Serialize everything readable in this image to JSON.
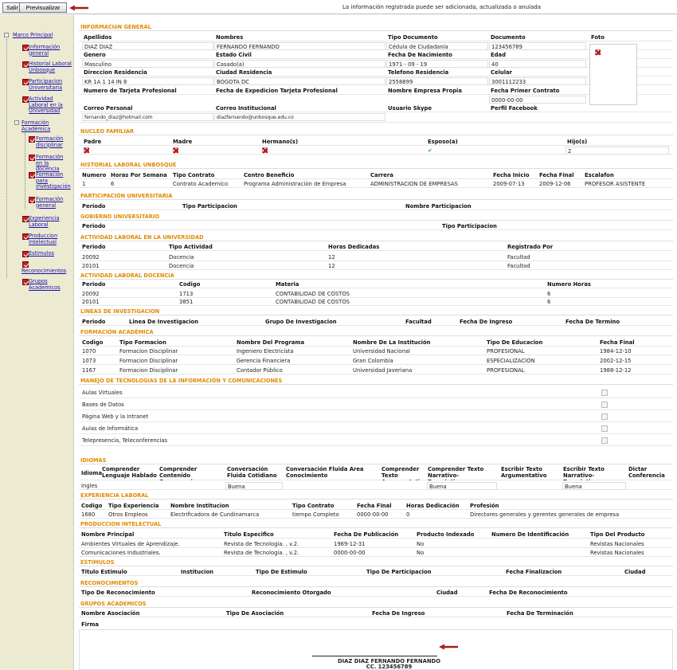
{
  "topbar": {
    "salir": "Salir",
    "previsualizar": "Previsualizar",
    "notice": "La información registrada puede ser adicionada, actualizada o anulada"
  },
  "sidebar": {
    "root": "Marco Principal",
    "items": [
      "Información general",
      "Historial Laboral Unbosque",
      "Participacion Universitaria",
      "Actividad Laboral en la Universidad",
      "Formación Académica",
      "Experiencia Laboral",
      "Produccion Intelectual",
      "Estimulos",
      "Reconocimientos",
      "Grupos Academicos"
    ],
    "sub": [
      "Formación disciplinar",
      "Formación en la docencia",
      "Formación para investigación",
      "Formación general"
    ]
  },
  "info": {
    "title": "INFORMACIóN GENERAL",
    "r1h": [
      "Apellidos",
      "Nombres",
      "Tipo Documento",
      "Documento",
      "Foto"
    ],
    "r1v": [
      "DIAZ DIAZ",
      "FERNANDO FERNANDO",
      "Cédula de Ciudadanía",
      "123456789"
    ],
    "r2h": [
      "Genero",
      "Estado Civil",
      "Fecha De Nacimiento",
      "Edad"
    ],
    "r2v": [
      "Masculino",
      "Casado(a)",
      "1971 - 09 - 19",
      "40"
    ],
    "r3h": [
      "Direccion Residencia",
      "Ciudad Residencia",
      "Telefono Residencia",
      "Celular"
    ],
    "r3v": [
      "KR 1A 1 14 IN 8",
      "BOGOTA DC",
      "2558899",
      "3001112233"
    ],
    "r4h": [
      "Numero de Tarjeta Profesional",
      "Fecha de Expedicion Tarjeta Profesional",
      "Nombre Empresa Propia",
      "Fecha Primer Contrato"
    ],
    "r4v": [
      "0000-00-00"
    ],
    "r5h": [
      "Correo Personal",
      "Correo Institucional",
      "Usuario Skype",
      "Perfil Facebook"
    ],
    "r5v": [
      "fernando_diaz@hotmail.com",
      "diazfernando@unbosque.edu.co"
    ]
  },
  "familia": {
    "title": "NUCLEO FAMILIAR",
    "h": [
      "Padre",
      "Madre",
      "Hermano(s)",
      "Esposo(a)",
      "Hijo(s)"
    ],
    "hijos": "2"
  },
  "historial": {
    "title": "HISTORIAL LABORAL UNBOSQUE",
    "h": [
      "Numero",
      "Horas Por Semana",
      "Tipo Contrato",
      "Centro Beneficio",
      "Carrera",
      "Fecha Inicio",
      "Fecha Final",
      "Escalafon"
    ],
    "v": [
      "1",
      "6",
      "Contrato Academico",
      "Programa Administración de Empresa",
      "ADMINISTRACION DE EMPRESAS",
      "2009-07-13",
      "2009-12-06",
      "PROFESOR ASISTENTE"
    ]
  },
  "participacion": {
    "title": "PARTICIPACION UNIVERSITARIA",
    "h": [
      "Periodo",
      "Tipo Participacion",
      "Nombre Participacion"
    ]
  },
  "gobierno": {
    "title": "GOBIERNO UNIVERSITARIO",
    "h": [
      "Periodo",
      "Tipo Participacion"
    ]
  },
  "actividad": {
    "title": "ACTIVIDAD LABORAL EN LA UNIVERSIDAD",
    "h": [
      "Periodo",
      "Tipo Actividad",
      "Horas Dedicadas",
      "Registrado Por"
    ],
    "rows": [
      [
        "20092",
        "Docencia",
        "12",
        "Facultad"
      ],
      [
        "20101",
        "Docencia",
        "12",
        "Facultad"
      ]
    ]
  },
  "docencia": {
    "title": "ACTIVIDAD LABORAL DOCENCIA",
    "h": [
      "Periodo",
      "Codigo",
      "Materia",
      "Numero Horas"
    ],
    "rows": [
      [
        "20092",
        "1713",
        "CONTABILIDAD DE COSTOS",
        "6"
      ],
      [
        "20101",
        "3851",
        "CONTABILIDAD DE COSTOS",
        "6"
      ]
    ]
  },
  "lineas": {
    "title": "LINEAS DE INVESTIGACION",
    "h": [
      "Periodo",
      "Linea De Investigacion",
      "Grupo De Investigacion",
      "Facultad",
      "Fecha De Ingreso",
      "Fecha De Termino"
    ]
  },
  "formacion": {
    "title": "FORMACIÓN ACADÉMICA",
    "h": [
      "Codigo",
      "Tipo Formacion",
      "Nombre Del Programa",
      "Nombre De La Institución",
      "Tipo De Educacion",
      "Fecha Final"
    ],
    "rows": [
      [
        "1070",
        "Formacion Disciplinar",
        "Ingeniero Electricista",
        "Universidad Nacional",
        "PROFESIONAL",
        "1984-12-10"
      ],
      [
        "1073",
        "Formacion Disciplinar",
        "Gerencia Financiera",
        "Gran Colombia",
        "ESPECIALIZACION",
        "2002-12-15"
      ],
      [
        "1167",
        "Formacion Disciplinar",
        "Contador Público",
        "Universidad Javeriana",
        "PROFESIONAL",
        "1988-12-12"
      ]
    ]
  },
  "tic": {
    "title": "MANEJO DE TECNOLOGIAS DE LA INFORMACIÓN Y COMUNICACIONES",
    "items": [
      "Aulas Virtuales",
      "Bases de Datos",
      "Página Web y la Intranet",
      "Aulas de Informática",
      "Telepresencia, Teleconferencias"
    ]
  },
  "idiomas": {
    "title": "IDIOMAS",
    "h": [
      "Idioma",
      "Comprender Lenguaje Hablado",
      "Comprender Contenido Conversacion",
      "Conversación Fluida Cotidiano",
      "Conversación Fluida Area Conocimiento",
      "Comprender Texto Argumentativo",
      "Comprender Texto Narrativo-Descriptivo",
      "Escribir Texto Argumentativo",
      "Escribir Texto Narrativo-Descriptivo",
      "Dictar Conferencia"
    ],
    "v": [
      "Ingles",
      "Buena",
      "Buena",
      "Buena"
    ]
  },
  "experiencia": {
    "title": "EXPERIENCIA LABORAL",
    "h": [
      "Codigo",
      "Tipo Experiencia",
      "Nombre Institucion",
      "Tipo Contrato",
      "Fecha Final",
      "Horas Dedicación",
      "Profesión"
    ],
    "v": [
      "1680",
      "Otros Empleos",
      "Electrificadora de Cundinamarca",
      "tiempo Completo",
      "0000-00-00",
      "0",
      "Directores generales y gerentes generales de empresa"
    ]
  },
  "produccion": {
    "title": "PRODUCCION INTELECTUAL",
    "h": [
      "Nombre Principal",
      "Titulo Especifico",
      "Fecha De Publicación",
      "Producto Indexado",
      "Numero De Identificación",
      "Tipo Del Producto"
    ],
    "rows": [
      [
        "Ambientes Virtuales de Aprendizaje.",
        "Revista de Tecnologia. , v.2.",
        "1969-12-31",
        "No",
        "Revistas Nacionales"
      ],
      [
        "Comunicaciones Industriales.",
        "Revista de Tecnologia. , v.2.",
        "0000-00-00",
        "No",
        "Revistas Nacionales"
      ]
    ]
  },
  "estimulos": {
    "title": "ESTIMULOS",
    "h": [
      "Titulo Estimulo",
      "Institucion",
      "Tipo De Estimulo",
      "Tipo De Participacion",
      "Fecha Finalizacion",
      "Ciudad"
    ]
  },
  "reconocimientos": {
    "title": "RECONOCIMIENTOS",
    "h": [
      "Tipo De Reconocimiento",
      "Reconocimiento Otorgado",
      "Ciudad",
      "Fecha De Reconocimiento"
    ]
  },
  "grupos": {
    "title": "GRUPOS ACADEMICOS",
    "h": [
      "Nombre Asociación",
      "Tipo De Asociación",
      "Fecha De Ingreso",
      "Fecha De Terminación"
    ]
  },
  "firma": {
    "label": "Firma",
    "name": "DIAZ DIAZ FERNANDO FERNANDO",
    "id": "CC. 123456789"
  },
  "colors": {
    "section": "#e08a00",
    "sidebar": "#ecebd2",
    "check": "#b22222",
    "arrow": "#a02020"
  }
}
